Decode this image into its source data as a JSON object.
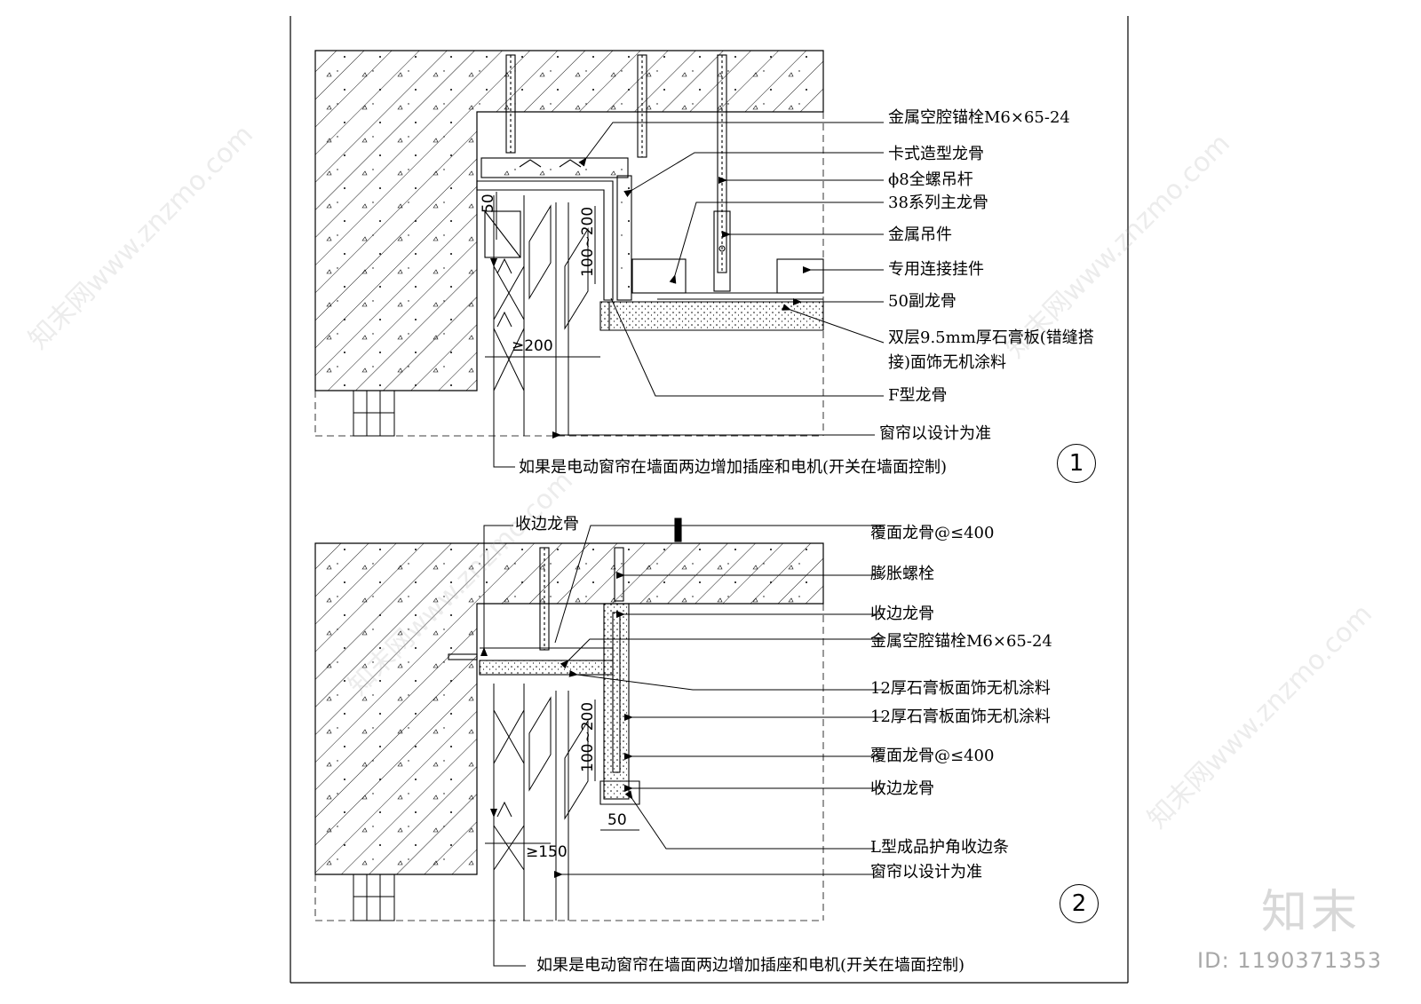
{
  "detail1": {
    "labels": [
      "金属空腔锚栓M6×65-24",
      "卡式造型龙骨",
      "ϕ8全螺吊杆",
      "38系列主龙骨",
      "金属吊件",
      "专用连接挂件",
      "50副龙骨",
      "双层9.5mm厚石膏板(错缝搭",
      "接)面饰无机涂料",
      "F型龙骨",
      "窗帘以设计为准"
    ],
    "note": "如果是电动窗帘在墙面两边增加插座和电机(开关在墙面控制)",
    "dims": {
      "d50": "50",
      "d100_200": "100~200",
      "d200": "≥200"
    },
    "number": "1"
  },
  "detail2": {
    "top_left_label": "收边龙骨",
    "labels": [
      "覆面龙骨@≤400",
      "膨胀螺栓",
      "收边龙骨",
      "金属空腔锚栓M6×65-24",
      "12厚石膏板面饰无机涂料",
      "12厚石膏板面饰无机涂料",
      "覆面龙骨@≤400",
      "收边龙骨",
      "L型成品护角收边条",
      "窗帘以设计为准"
    ],
    "note": "如果是电动窗帘在墙面两边增加插座和电机(开关在墙面控制)",
    "dims": {
      "d100_200": "100~200",
      "d50": "50",
      "d150": "≥150"
    },
    "number": "2"
  },
  "watermark": {
    "logo": "知末",
    "id": "ID: 1190371353",
    "diag_text": "知末网www.znzmo.com"
  }
}
